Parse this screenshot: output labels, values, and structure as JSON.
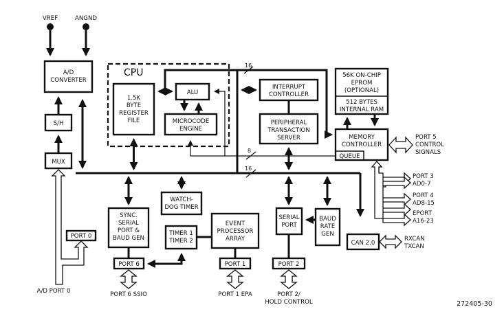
{
  "diagram": {
    "figure_id": "272405-30",
    "pins": {
      "vref": "VREF",
      "angnd": "ANGND"
    },
    "cpu": {
      "title": "CPU",
      "register_file": [
        "1.5K",
        "BYTE",
        "REGISTER",
        "FILE"
      ],
      "alu": [
        "ALU"
      ],
      "microcode": [
        "MICROCODE",
        "ENGINE"
      ]
    },
    "blocks": {
      "ad_converter": [
        "A/D",
        "CONVERTER"
      ],
      "sh": [
        "S/H"
      ],
      "mux": [
        "MUX"
      ],
      "interrupt": [
        "INTERRUPT",
        "CONTROLLER"
      ],
      "pts": [
        "PERIPHERAL",
        "TRANSACTION",
        "SERVER"
      ],
      "eprom": [
        "56K ON-CHIP",
        "EPROM",
        "(OPTIONAL)"
      ],
      "ram": [
        "512 BYTES",
        "INTERNAL RAM"
      ],
      "memctl": [
        "MEMORY",
        "CONTROLLER"
      ],
      "queue": [
        "QUEUE"
      ],
      "watchdog": [
        "WATCH-",
        "DOG TIMER"
      ],
      "sync_serial": [
        "SYNC.",
        "SERIAL",
        "PORT &",
        "BAUD GEN"
      ],
      "timers": [
        "TIMER 1",
        "TIMER 2"
      ],
      "epa": [
        "EVENT",
        "PROCESSOR",
        "ARRAY"
      ],
      "serial_port": [
        "SERIAL",
        "PORT"
      ],
      "baud": [
        "BAUD",
        "RATE",
        "GEN"
      ],
      "can": [
        "CAN 2.0"
      ],
      "port0": [
        "PORT 0"
      ],
      "port6": [
        "PORT 6"
      ],
      "port1": [
        "PORT 1"
      ],
      "port2": [
        "PORT 2"
      ]
    },
    "bus_widths": {
      "upper": "16",
      "mid": "8",
      "lower": "16"
    },
    "external_labels": {
      "port5": [
        "PORT 5",
        "CONTROL",
        "SIGNALS"
      ],
      "port3": [
        "PORT 3",
        "AD0-7"
      ],
      "port4": [
        "PORT 4",
        "AD8-15"
      ],
      "eport": [
        "EPORT",
        "A16-23"
      ],
      "can_pins": [
        "RXCAN",
        "TXCAN"
      ],
      "ad_port0": [
        "A/D PORT 0"
      ],
      "port6_ssio": [
        "PORT 6 SSIO"
      ],
      "port1_epa": [
        "PORT 1 EPA"
      ],
      "port2_hold": [
        "PORT 2/",
        "HOLD CONTROL"
      ]
    }
  }
}
